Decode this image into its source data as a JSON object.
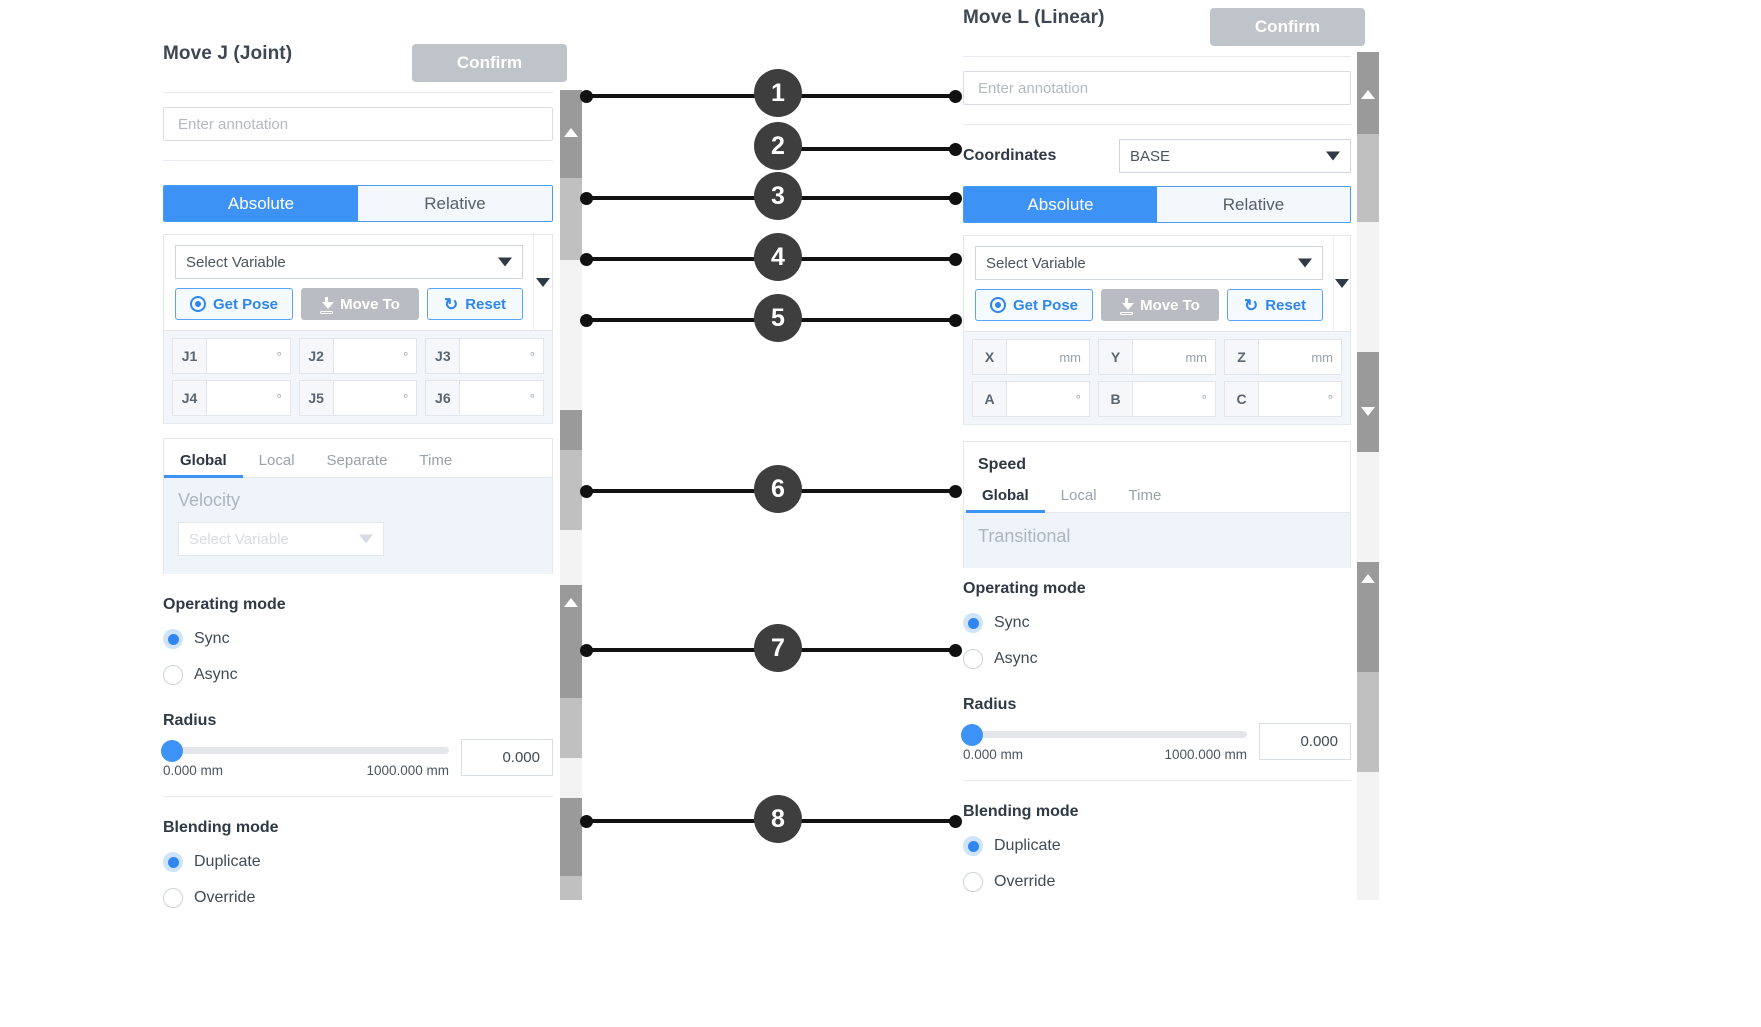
{
  "left_panel": {
    "title": "Move J (Joint)",
    "confirm_label": "Confirm",
    "annotation_placeholder": "Enter annotation",
    "mode_tabs": {
      "absolute": "Absolute",
      "relative": "Relative"
    },
    "variable_select": "Select Variable",
    "actions": {
      "get_pose": "Get Pose",
      "move_to": "Move To",
      "reset": "Reset"
    },
    "joint_fields": [
      {
        "label": "J1",
        "value": "",
        "unit": "°"
      },
      {
        "label": "J2",
        "value": "",
        "unit": "°"
      },
      {
        "label": "J3",
        "value": "",
        "unit": "°"
      },
      {
        "label": "J4",
        "value": "",
        "unit": "°"
      },
      {
        "label": "J5",
        "value": "",
        "unit": "°"
      },
      {
        "label": "J6",
        "value": "",
        "unit": "°"
      }
    ],
    "speed_tabs": [
      "Global",
      "Local",
      "Separate",
      "Time"
    ],
    "speed_tab_active": "Global",
    "velocity_label": "Velocity",
    "velocity_select": "Select Variable",
    "operating_mode": {
      "label": "Operating mode",
      "options": [
        "Sync",
        "Async"
      ],
      "selected": "Sync"
    },
    "radius": {
      "label": "Radius",
      "min": "0.000 mm",
      "max": "1000.000 mm",
      "value": "0.000"
    },
    "blending_mode": {
      "label": "Blending mode",
      "options": [
        "Duplicate",
        "Override"
      ],
      "selected": "Duplicate"
    }
  },
  "right_panel": {
    "title": "Move L (Linear)",
    "confirm_label": "Confirm",
    "annotation_placeholder": "Enter annotation",
    "coordinates_label": "Coordinates",
    "coordinates_value": "BASE",
    "mode_tabs": {
      "absolute": "Absolute",
      "relative": "Relative"
    },
    "variable_select": "Select Variable",
    "actions": {
      "get_pose": "Get Pose",
      "move_to": "Move To",
      "reset": "Reset"
    },
    "pose_fields": [
      {
        "label": "X",
        "value": "",
        "unit": "mm"
      },
      {
        "label": "Y",
        "value": "",
        "unit": "mm"
      },
      {
        "label": "Z",
        "value": "",
        "unit": "mm"
      },
      {
        "label": "A",
        "value": "",
        "unit": "°"
      },
      {
        "label": "B",
        "value": "",
        "unit": "°"
      },
      {
        "label": "C",
        "value": "",
        "unit": "°"
      }
    ],
    "speed_title": "Speed",
    "speed_tabs": [
      "Global",
      "Local",
      "Time"
    ],
    "speed_tab_active": "Global",
    "transitional_label": "Transitional",
    "operating_mode": {
      "label": "Operating mode",
      "options": [
        "Sync",
        "Async"
      ],
      "selected": "Sync"
    },
    "radius": {
      "label": "Radius",
      "min": "0.000 mm",
      "max": "1000.000 mm",
      "value": "0.000"
    },
    "blending_mode": {
      "label": "Blending mode",
      "options": [
        "Duplicate",
        "Override"
      ],
      "selected": "Duplicate"
    }
  },
  "callouts": [
    {
      "number": "1"
    },
    {
      "number": "2"
    },
    {
      "number": "3"
    },
    {
      "number": "4"
    },
    {
      "number": "5"
    },
    {
      "number": "6"
    },
    {
      "number": "7"
    },
    {
      "number": "8"
    }
  ],
  "colors": {
    "accent_blue": "#3d92f5",
    "confirm_grey": "#bfc3ca",
    "callout_dark": "#3e3e3e",
    "pane_tint": "#eff4fa"
  }
}
